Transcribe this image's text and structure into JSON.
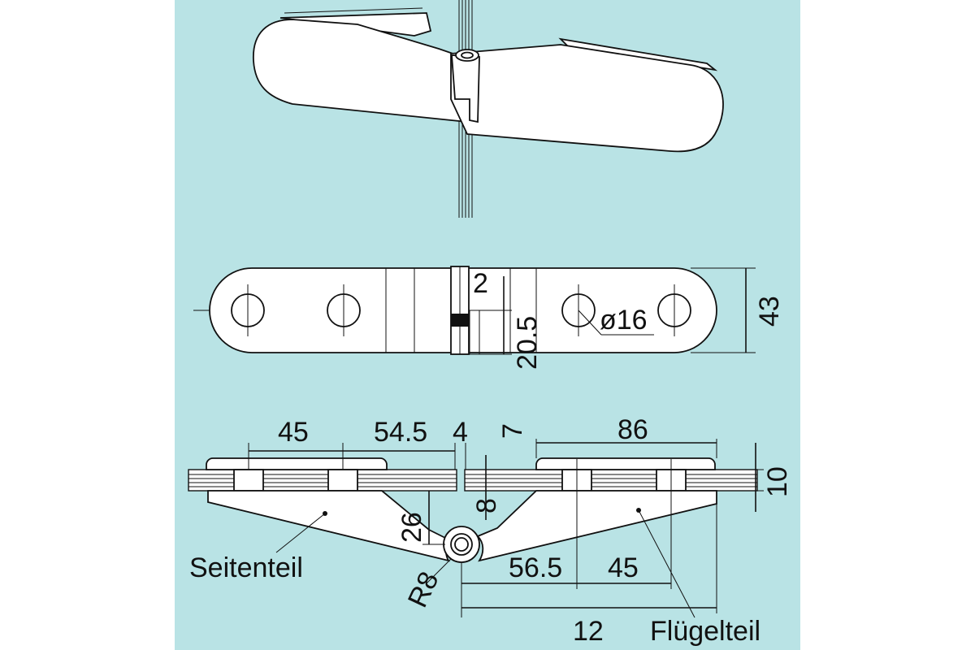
{
  "background_color": "#b9e3e5",
  "line_color": "#111111",
  "part_fill": "#ffffff",
  "dimensions": {
    "top_gap": "2",
    "top_height": "20.5",
    "hole_diameter": "ø16",
    "overall_height": "43",
    "hole_spacing_left": "45",
    "offset_left": "54.5",
    "gap": "4",
    "glass_offset": "7",
    "length_right": "86",
    "thickness": "10",
    "depth": "26",
    "glass_thickness": "8",
    "radius": "R8",
    "hole_offset_right": "56.5",
    "hole_spacing_right": "45",
    "bottom": "12"
  },
  "labels": {
    "left_part": "Seitenteil",
    "right_part": "Flügelteil"
  }
}
